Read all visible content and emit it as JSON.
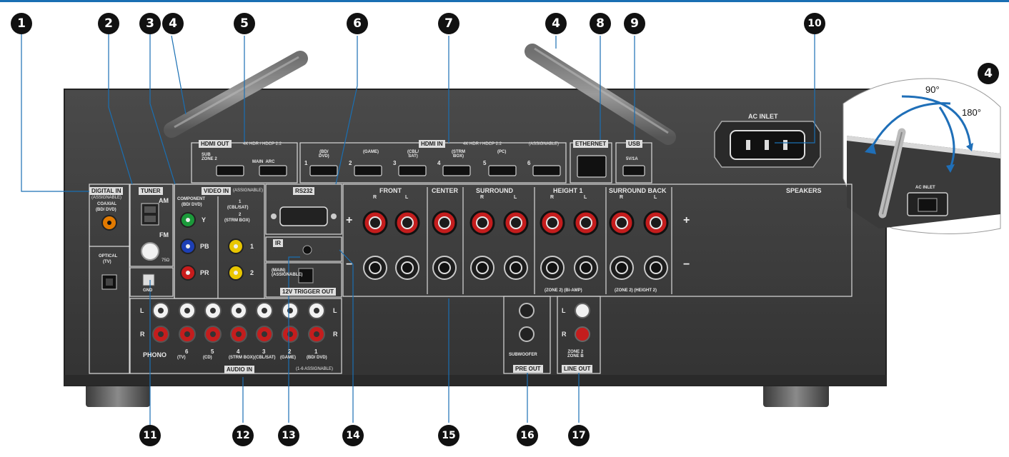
{
  "callouts": [
    "1",
    "2",
    "3",
    "4",
    "5",
    "6",
    "7",
    "8",
    "9",
    "10",
    "11",
    "12",
    "13",
    "14",
    "15",
    "16",
    "17"
  ],
  "panel": {
    "digital_in": "DIGITAL IN",
    "digital_in_sub": "(ASSIGNABLE)",
    "coaxial": "COAXIAL",
    "coaxial_sub": "(BD/ DVD)",
    "optical": "OPTICAL",
    "optical_sub": "(TV)",
    "tuner": "TUNER",
    "am": "AM",
    "fm": "FM",
    "fm_ohm": "75Ω",
    "video_in": "VIDEO IN",
    "video_in_sub": "(ASSIGNABLE)",
    "component": "COMPONENT",
    "component_sub": "(BD/ DVD)",
    "y": "Y",
    "pb": "PB",
    "pr": "PR",
    "vid1": "1",
    "vid1_sub": "(CBL/SAT)",
    "vid2": "2",
    "vid2_sub": "(STRM BOX)",
    "vid_jack1": "1",
    "vid_jack2": "2",
    "hdmi_out": "HDMI OUT",
    "hdmi_out_sub": "4K HDR / HDCP 2.2",
    "sub_zone2": "SUB\nZONE 2",
    "main_arc": "MAIN  ARC",
    "hdmi_in": "HDMI IN",
    "hdmi_in_sub": "4K HDR / HDCP 2.2",
    "hdmi_in_assign": "(ASSIGNABLE)",
    "hdmi_inputs": [
      {
        "num": "1",
        "name": "(BD/\nDVD)"
      },
      {
        "num": "2",
        "name": "(GAME)"
      },
      {
        "num": "3",
        "name": "(CBL/\nSAT)"
      },
      {
        "num": "4",
        "name": "(STRM\nBOX)"
      },
      {
        "num": "5",
        "name": "(PC)"
      },
      {
        "num": "6",
        "name": ""
      }
    ],
    "ethernet": "ETHERNET",
    "usb": "USB",
    "usb_power": "5V/1A",
    "ac_inlet": "AC INLET",
    "rs232": "RS232",
    "ir": "IR",
    "trigger": "12V TRIGGER OUT",
    "trigger_sub": "(MAIN)\n(ASSIGNABLE)",
    "gnd": "GND",
    "phono": "PHONO",
    "audio_in": "AUDIO IN",
    "audio_in_sub": "(1-6 ASSIGNABLE)",
    "audio_l": "L",
    "audio_r": "R",
    "audio_inputs": [
      {
        "num": "6",
        "name": "(TV)"
      },
      {
        "num": "5",
        "name": "(CD)"
      },
      {
        "num": "4",
        "name": "(STRM BOX)"
      },
      {
        "num": "3",
        "name": "(CBL/SAT)"
      },
      {
        "num": "2",
        "name": "(GAME)"
      },
      {
        "num": "1",
        "name": "(BD/ DVD)"
      }
    ],
    "speakers": "SPEAKERS",
    "front": "FRONT",
    "center": "CENTER",
    "surround": "SURROUND",
    "height1": "HEIGHT 1",
    "surround_back": "SURROUND BACK",
    "r": "R",
    "l": "L",
    "plus": "+",
    "minus": "−",
    "zone2_biamp": "(ZONE 2) (Bi-AMP)",
    "zone2_height2": "(ZONE 2) (HEIGHT 2)",
    "subwoofer": "SUBWOOFER",
    "pre_out": "PRE OUT",
    "zone2_zoneb": "ZONE 2\nZONE B",
    "line_out": "LINE OUT"
  },
  "inset": {
    "deg_90": "90°",
    "deg_180": "180°",
    "ac_inlet": "AC INLET",
    "callout": "4"
  },
  "colors": {
    "panel": "#3d3d3d",
    "panel_dark": "#2a2a2a",
    "line": "#d9d9d9",
    "terminal_red": "#c41d1d",
    "arrow_blue": "#1f6fb8",
    "comp_green": "#1b9a3a",
    "comp_blue": "#1d3fb5",
    "comp_red": "#c81c1c",
    "yellow": "#e8c600",
    "orange": "#e27a00",
    "accent_line": "#1a6fb3"
  }
}
